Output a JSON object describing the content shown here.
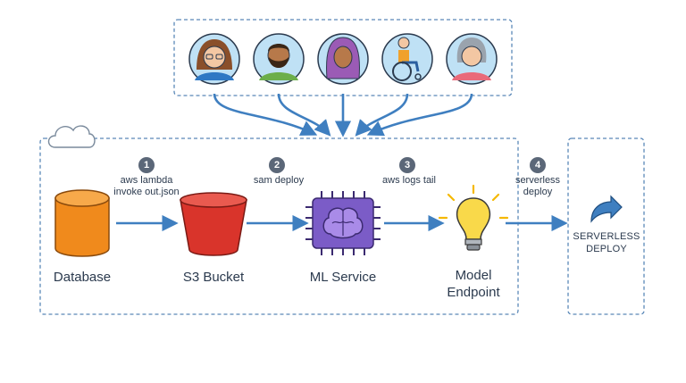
{
  "steps": [
    {
      "number": "1",
      "command": "aws lambda\ninvoke out.json"
    },
    {
      "number": "2",
      "command": "sam deploy"
    },
    {
      "number": "3",
      "command": "aws logs tail"
    },
    {
      "number": "4",
      "command": "serverless\ndeploy"
    }
  ],
  "nodes": {
    "database": {
      "label": "Database",
      "icon": "database-cylinder-icon",
      "color": "#f08a1c"
    },
    "s3": {
      "label": "S3 Bucket",
      "icon": "bucket-icon",
      "color": "#d9342b"
    },
    "ml": {
      "label": "ML Service",
      "icon": "brain-chip-icon",
      "color": "#7b5cc7"
    },
    "endpoint": {
      "label": "Model\nEndpoint",
      "icon": "lightbulb-icon",
      "color": "#f5c518"
    }
  },
  "deploy_box": {
    "label": "SERVERLESS\nDEPLOY",
    "icon": "share-arrow-icon"
  },
  "users": [
    {
      "icon": "woman-glasses-avatar-icon"
    },
    {
      "icon": "bearded-man-avatar-icon"
    },
    {
      "icon": "woman-hijab-avatar-icon"
    },
    {
      "icon": "wheelchair-user-avatar-icon"
    },
    {
      "icon": "woman-gray-hair-avatar-icon"
    }
  ],
  "colors": {
    "arrow": "#3f7fc0",
    "border": "#5a88b8",
    "cloud": "#7a8a9c"
  }
}
